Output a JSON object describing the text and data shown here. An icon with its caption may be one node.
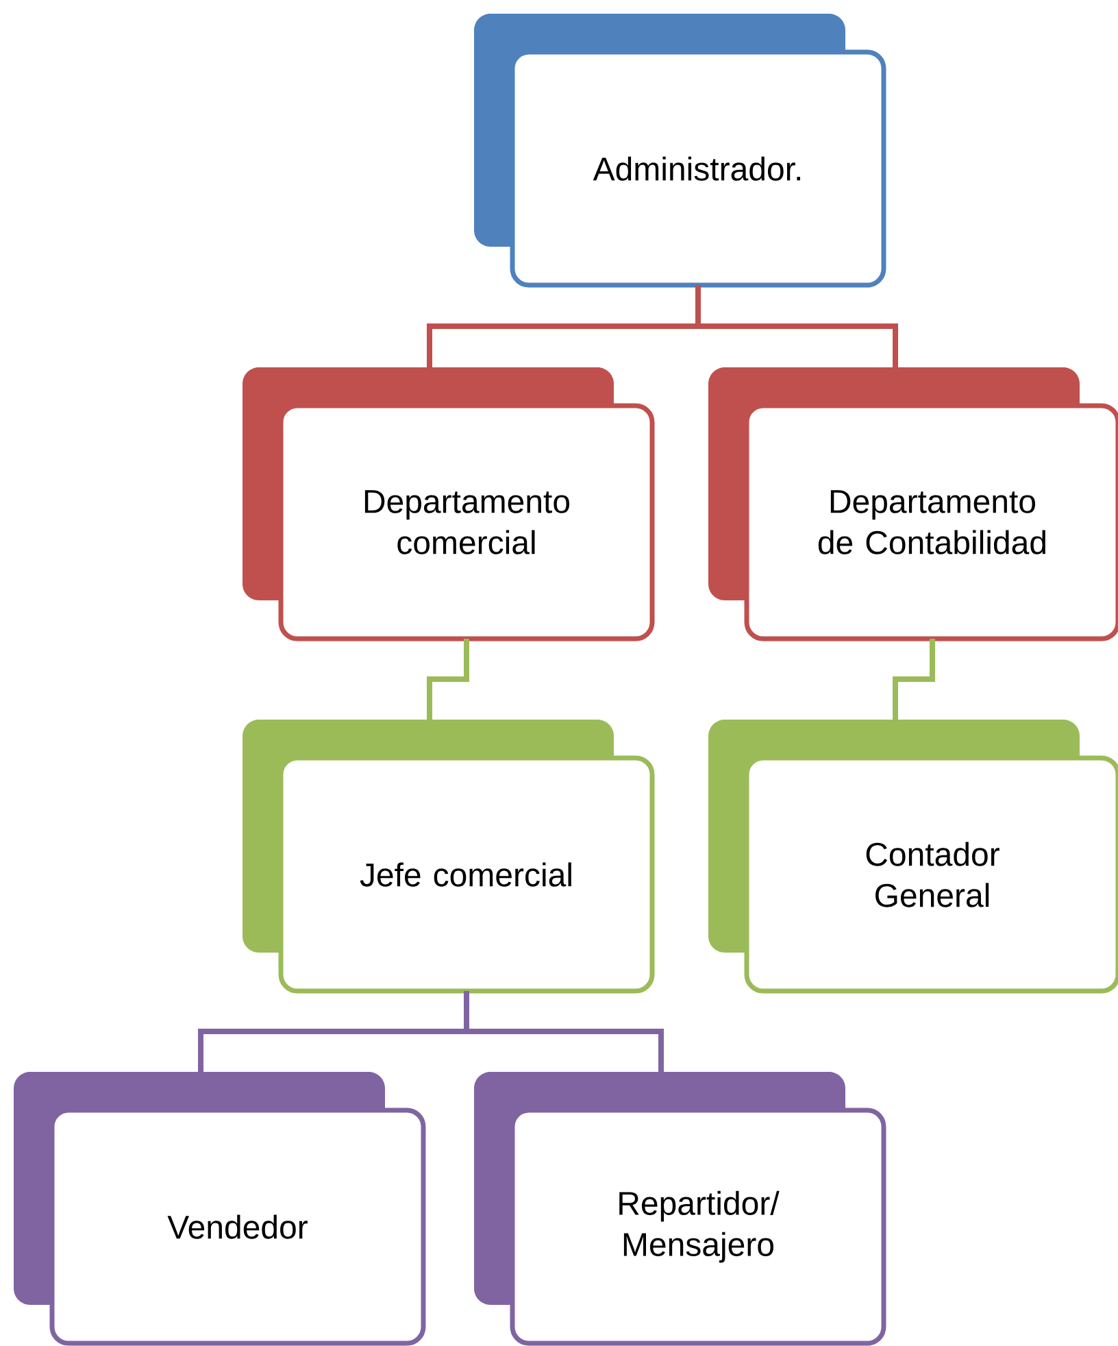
{
  "diagram": {
    "nodes": [
      {
        "text": [
          "Administrador."
        ]
      },
      {
        "text": [
          "Departamento comercial"
        ]
      },
      {
        "text": [
          "Departamento de Contabilidad"
        ]
      },
      {
        "text": [
          "Jefe comercial"
        ]
      },
      {
        "text": [
          "Contador General"
        ]
      },
      {
        "text": [
          "Vendedor"
        ]
      },
      {
        "text": [
          "Repartidor/ Mensajero"
        ]
      }
    ],
    "edges": [
      {
        "from": 0,
        "to": 1,
        "arrow": "none",
        "color": "#c0504d"
      },
      {
        "from": 0,
        "to": 2,
        "arrow": "none",
        "color": "#c0504d"
      },
      {
        "from": 1,
        "to": 3,
        "arrow": "none",
        "color": "#9bbb59"
      },
      {
        "from": 2,
        "to": 4,
        "arrow": "none",
        "color": "#9bbb59"
      },
      {
        "from": 3,
        "to": 5,
        "arrow": "none",
        "color": "#8064a2"
      },
      {
        "from": 3,
        "to": 6,
        "arrow": "none",
        "color": "#8064a2"
      }
    ]
  }
}
